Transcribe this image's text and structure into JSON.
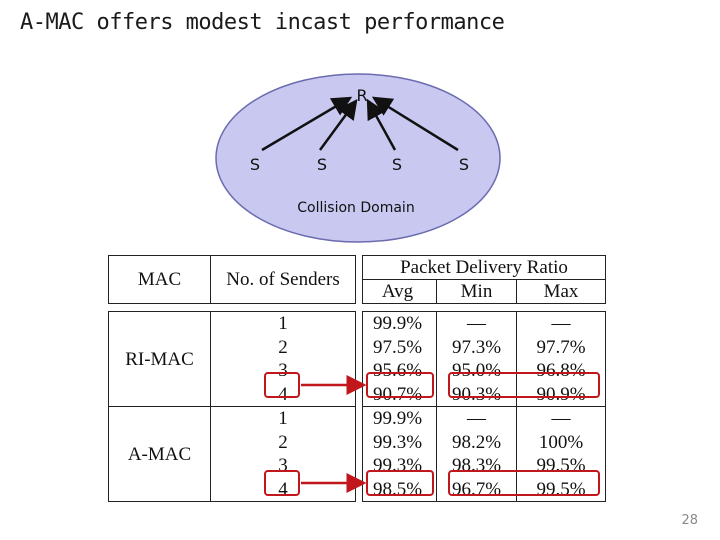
{
  "slide": {
    "title": "A-MAC offers modest incast performance",
    "page_number": "28"
  },
  "diagram": {
    "receiver_label": "R",
    "sender_labels": [
      "S",
      "S",
      "S",
      "S"
    ],
    "domain_label": "Collision Domain",
    "domain_fill": "#c8c8f0"
  },
  "table": {
    "col_mac": "MAC",
    "col_senders": "No. of Senders",
    "col_pdr": "Packet Delivery Ratio",
    "sub_avg": "Avg",
    "sub_min": "Min",
    "sub_max": "Max",
    "groups": [
      {
        "mac": "RI-MAC",
        "rows": [
          {
            "senders": "1",
            "avg": "99.9%",
            "min": "—",
            "max": "—"
          },
          {
            "senders": "2",
            "avg": "97.5%",
            "min": "97.3%",
            "max": "97.7%"
          },
          {
            "senders": "3",
            "avg": "95.6%",
            "min": "95.0%",
            "max": "96.8%"
          },
          {
            "senders": "4",
            "avg": "90.7%",
            "min": "90.3%",
            "max": "90.9%"
          }
        ]
      },
      {
        "mac": "A-MAC",
        "rows": [
          {
            "senders": "1",
            "avg": "99.9%",
            "min": "—",
            "max": "—"
          },
          {
            "senders": "2",
            "avg": "99.3%",
            "min": "98.2%",
            "max": "100%"
          },
          {
            "senders": "3",
            "avg": "99.3%",
            "min": "98.3%",
            "max": "99.5%"
          },
          {
            "senders": "4",
            "avg": "98.5%",
            "min": "96.7%",
            "max": "99.5%"
          }
        ]
      }
    ],
    "highlight_color": "#c0161c"
  }
}
